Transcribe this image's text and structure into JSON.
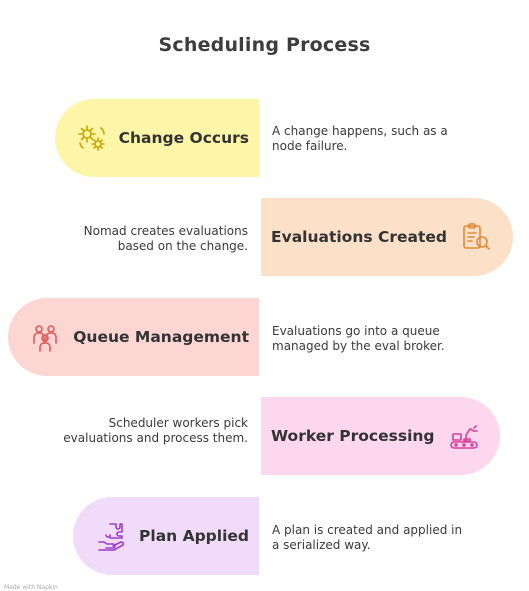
{
  "title": "Scheduling Process",
  "steps": [
    {
      "label": "Change Occurs",
      "icon": "gears-icon",
      "color": "#fdf6a8",
      "accent": "#c9a600",
      "description": "A change happens, such as a node failure."
    },
    {
      "label": "Evaluations Created",
      "icon": "clipboard-search-icon",
      "color": "#fde0c8",
      "accent": "#e08a3a",
      "description": "Nomad creates evaluations based on the change."
    },
    {
      "label": "Queue Management",
      "icon": "people-group-icon",
      "color": "#fdd5d2",
      "accent": "#e05a5a",
      "description": "Evaluations go into a queue managed by the eval broker."
    },
    {
      "label": "Worker Processing",
      "icon": "robot-arm-conveyor-icon",
      "color": "#fcd7ee",
      "accent": "#d6419a",
      "description": "Scheduler workers pick evaluations and process them."
    },
    {
      "label": "Plan Applied",
      "icon": "puzzle-hand-icon",
      "color": "#f0dcfa",
      "accent": "#9b3fc9",
      "description": "A plan is created and applied in a serialized way."
    }
  ],
  "footer": "Made with Napkin"
}
